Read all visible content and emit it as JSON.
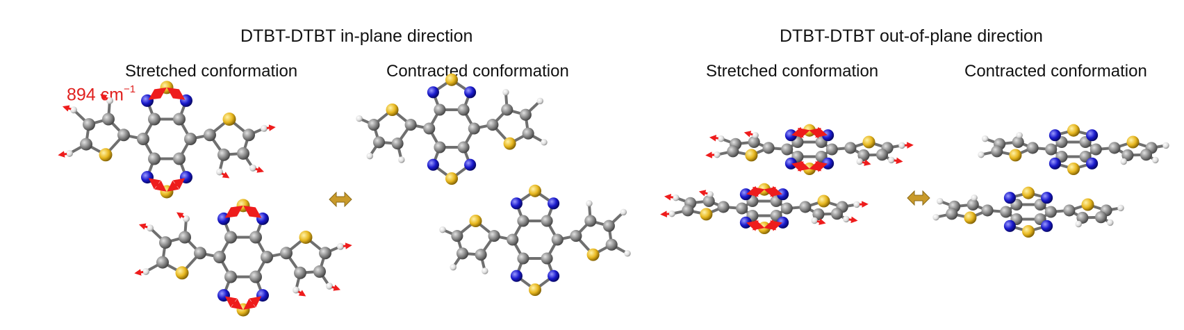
{
  "panels": {
    "in_plane": {
      "title": "DTBT-DTBT in-plane direction",
      "stretched_label": "Stretched conformation",
      "contracted_label": "Contracted conformation"
    },
    "out_of_plane": {
      "title": "DTBT-DTBT out-of-plane direction",
      "stretched_label": "Stretched conformation",
      "contracted_label": "Contracted conformation"
    }
  },
  "frequency": {
    "value": "894 cm",
    "exponent": "−1"
  },
  "colors": {
    "carbon": "#8a8a8a",
    "nitrogen": "#1a1acc",
    "sulfur": "#e8b820",
    "hydrogen": "#e6e6e6",
    "arrow": "#ee1c1c",
    "double_arrow": "#c99a2a"
  },
  "icons": {
    "double_arrow": "left-right-arrow-icon"
  }
}
